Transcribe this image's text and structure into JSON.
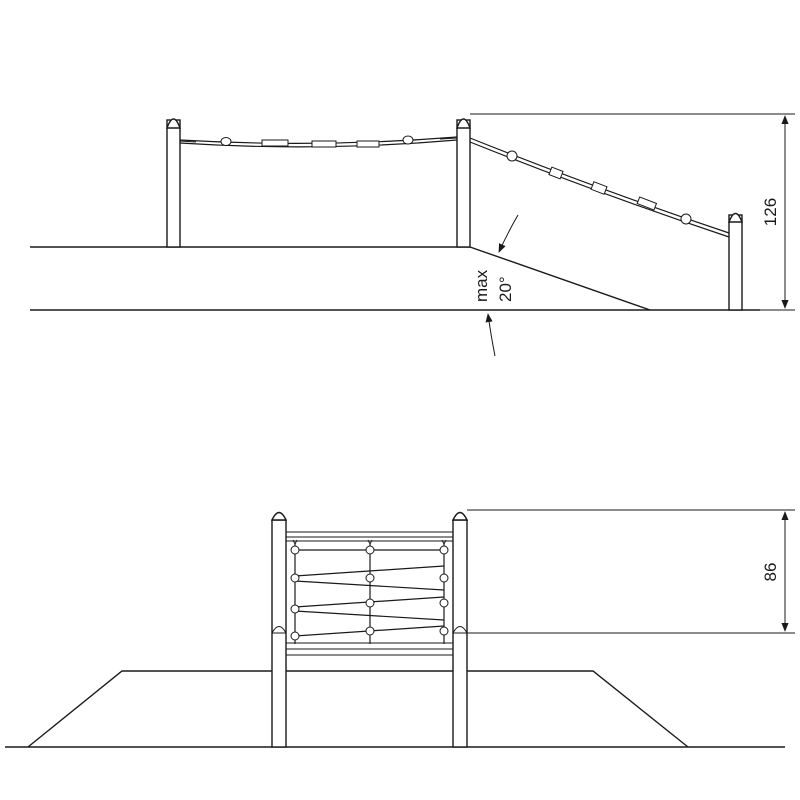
{
  "side_view": {
    "height_dimension": "126",
    "angle_label_line1": "max",
    "angle_label_line2": "20°"
  },
  "front_view": {
    "height_dimension": "86"
  },
  "colors": {
    "line": "#1a1a1a",
    "background": "#ffffff"
  }
}
